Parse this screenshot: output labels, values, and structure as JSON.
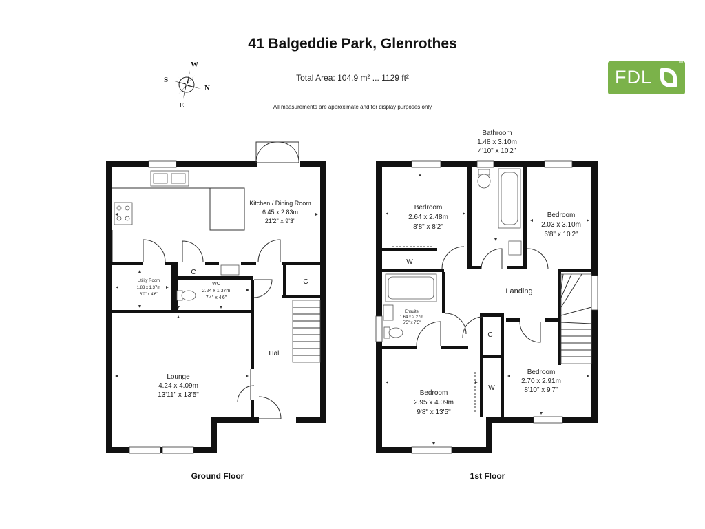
{
  "title": "41 Balgeddie Park, Glenrothes",
  "total_area": "Total Area: 104.9 m² ... 1129 ft²",
  "disclaimer": "All measurements are approximate and for display purposes only",
  "logo": {
    "text": "FDL",
    "tm": "TM",
    "color": "#7bb24a"
  },
  "compass": {
    "w": "W",
    "s": "S",
    "n": "N",
    "e": "E"
  },
  "ground_floor": {
    "label": "Ground Floor",
    "kitchen": {
      "name": "Kitchen / Dining Room",
      "metric": "6.45 x 2.83m",
      "imperial": "21'2\" x 9'3\""
    },
    "utility": {
      "name": "Utility Room",
      "metric": "1.83 x 1.37m",
      "imperial": "6'0\" x 4'6\""
    },
    "wc": {
      "name": "WC",
      "metric": "2.24 x 1.37m",
      "imperial": "7'4\" x 4'6\""
    },
    "cupboard1": "C",
    "cupboard2": "C",
    "lounge": {
      "name": "Lounge",
      "metric": "4.24 x 4.09m",
      "imperial": "13'11\" x 13'5\""
    },
    "hall": "Hall"
  },
  "first_floor": {
    "label": "1st Floor",
    "bathroom": {
      "name": "Bathroom",
      "metric": "1.48 x 3.10m",
      "imperial": "4'10\" x 10'2\""
    },
    "bedroom_nw": {
      "name": "Bedroom",
      "metric": "2.64 x 2.48m",
      "imperial": "8'8\" x 8'2\""
    },
    "bedroom_ne": {
      "name": "Bedroom",
      "metric": "2.03 x 3.10m",
      "imperial": "6'8\" x 10'2\""
    },
    "wardrobe1": "W",
    "landing": "Landing",
    "ensuite": {
      "name": "Ensuite",
      "metric": "1.64 x 2.27m",
      "imperial": "5'5\" x 7'5\""
    },
    "cupboard": "C",
    "bedroom_se": {
      "name": "Bedroom",
      "metric": "2.70 x 2.91m",
      "imperial": "8'10\" x 9'7\""
    },
    "bedroom_sw": {
      "name": "Bedroom",
      "metric": "2.95 x 4.09m",
      "imperial": "9'8\" x 13'5\""
    },
    "wardrobe2": "W"
  }
}
